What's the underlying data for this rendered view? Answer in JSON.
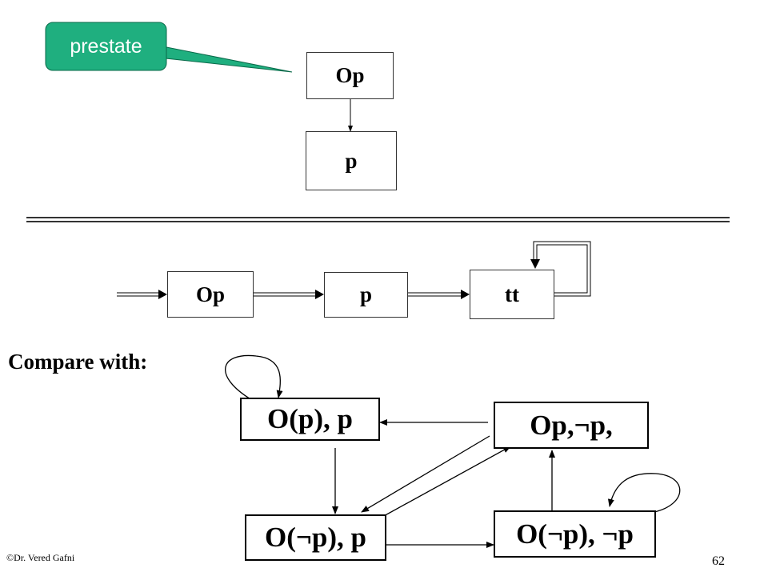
{
  "callout": {
    "label": "prestate",
    "fill": "#1faf7f",
    "stroke": "#0a6a4a"
  },
  "top_diagram": {
    "box_op": "Op",
    "box_p": "p"
  },
  "chain_diagram": {
    "box_op": "Op",
    "box_p": "p",
    "box_tt": "tt"
  },
  "compare": {
    "label": "Compare with:",
    "state_op_p": "O(p), p",
    "state_op_notp": "Op,¬p,",
    "state_onotp_p": "O(¬p), p",
    "state_onotp_notp": "O(¬p), ¬p"
  },
  "footer": {
    "credit": "©Dr. Vered Gafni",
    "page_number": "62"
  }
}
